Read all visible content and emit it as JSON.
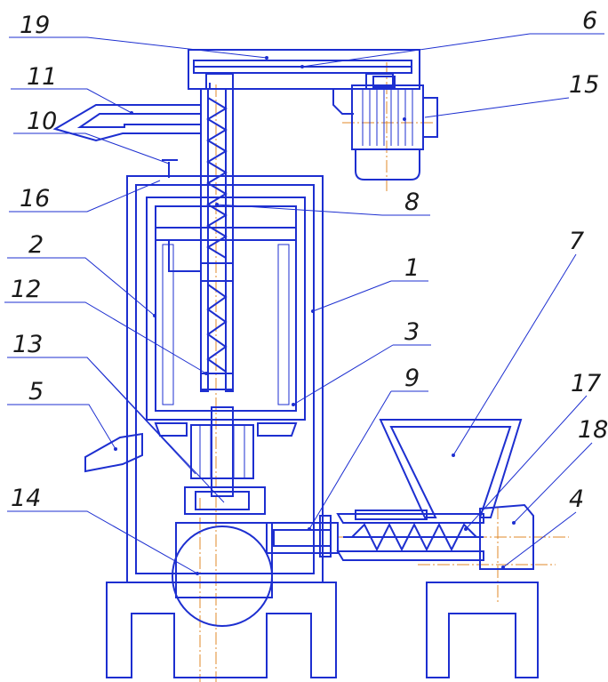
{
  "diagram": {
    "colors": {
      "line": "#1d2fd0",
      "axis": "#e0892a",
      "text": "#1a1a1a",
      "background": "#ffffff"
    },
    "labels": {
      "l1": "1",
      "l2": "2",
      "l3": "3",
      "l4": "4",
      "l5": "5",
      "l6": "6",
      "l7": "7",
      "l8": "8",
      "l9": "9",
      "l10": "10",
      "l11": "11",
      "l12": "12",
      "l13": "13",
      "l14": "14",
      "l15": "15",
      "l16": "16",
      "l17": "17",
      "l18": "18",
      "l19": "19"
    }
  }
}
